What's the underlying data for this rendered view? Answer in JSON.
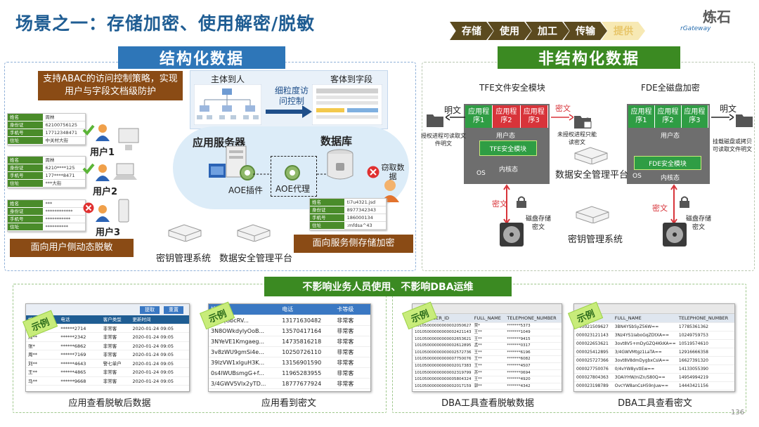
{
  "title": "场景之一：存储加密、使用解密/脱敏",
  "flow_steps": [
    "存储",
    "使用",
    "加工",
    "传输",
    "提供"
  ],
  "logo": {
    "main": "炼石",
    "sub": "rGateway"
  },
  "left": {
    "header": "结构化数据",
    "abac_box": "支持ABAC的访问控制策略，实现用户与字段文档级防护",
    "user_side_box": "面向用户侧动态脱敏",
    "service_side_box": "面向服务侧存储加密",
    "subject_to_person": "主体到人",
    "object_to_field": "客体到字段",
    "fine_grained": "细粒度访问控制",
    "app_server": "应用服务器",
    "database": "数据库",
    "aoe_plugin": "AOE插件",
    "aoe_proxy": "AOE代理",
    "steal_data": "窃取数据",
    "key_mgmt": "密钥管理系统",
    "data_sec_platform": "数据安全管理平台",
    "users": [
      {
        "label": "用户1",
        "fields": [
          [
            "姓名",
            "周林"
          ],
          [
            "身份证",
            "62100756125"
          ],
          [
            "手机号",
            "17712348471"
          ],
          [
            "住址",
            "中关村大街"
          ]
        ]
      },
      {
        "label": "用户2",
        "fields": [
          [
            "姓名",
            "周林"
          ],
          [
            "身份证",
            "6210****125"
          ],
          [
            "手机号",
            "177****8471"
          ],
          [
            "住址",
            "***大街"
          ]
        ]
      },
      {
        "label": "用户3",
        "fields": [
          [
            "姓名",
            "***"
          ],
          [
            "身份证",
            "************"
          ],
          [
            "手机号",
            "***********"
          ],
          [
            "住址",
            "**********"
          ]
        ]
      }
    ],
    "db_card": [
      [
        "姓名",
        "ti7u4321.jsd"
      ],
      [
        "身份证",
        "8977342343"
      ],
      [
        "手机号",
        "186000134"
      ],
      [
        "住址",
        ":mfdsa^43"
      ]
    ]
  },
  "right": {
    "header": "非结构化数据",
    "tfe_title": "TFE文件安全模块",
    "fde_title": "FDE全磁盘加密",
    "plaintext": "明文",
    "ciphertext": "密文",
    "tfe_apps": [
      "应用程序1",
      "应用程序2",
      "应用程序3"
    ],
    "fde_apps": [
      "应用程序1",
      "应用程序2",
      "应用程序3"
    ],
    "user_mode": "用户态",
    "kernel_mode": "内核态",
    "os": "OS",
    "tfe_module": "TFE安全模块",
    "fde_module": "FDE安全模块",
    "authorized_proc": "授权进程可读取文件明文",
    "unauthorized_proc": "未授权进程只能读密文",
    "mount_disk": "挂载磁盘或拷贝可读取文件明文",
    "disk_store_cipher": "磁盘存储密文",
    "data_sec_platform": "数据安全管理平台",
    "key_mgmt": "密钥管理系统"
  },
  "bottom": {
    "banner": "不影响业务人员使用、不影响DBA运维",
    "example_tag": "示例",
    "captions": [
      "应用查看脱敏后数据",
      "应用看到密文",
      "DBA工具查看脱敏数据",
      "DBA工具查看密文"
    ],
    "shot1": {
      "buttons": [
        "提取",
        "重置"
      ],
      "headers": [
        "姓名",
        "电话",
        "客户类型",
        "更新时间"
      ],
      "rows": [
        [
          "张*",
          "******2714",
          "非常客",
          "2020-01-24 09:05"
        ],
        [
          "周**",
          "******2342",
          "非常客",
          "2020-01-24 09:05"
        ],
        [
          "张*",
          "******6862",
          "非常客",
          "2020-01-24 09:05"
        ],
        [
          "周**",
          "******7169",
          "非常客",
          "2020-01-24 09:05"
        ],
        [
          "刘**",
          "******4643",
          "警七单户",
          "2020-01-24 09:05"
        ],
        [
          "王**",
          "******4865",
          "非常客",
          "2020-01-24 09:05"
        ],
        [
          "马**",
          "******9668",
          "非常客",
          "2020-01-24 09:05"
        ]
      ]
    },
    "shot2": {
      "headers": [
        "姓名",
        "电话",
        "卡等级"
      ],
      "rows": [
        [
          "VVpqGbcRV...",
          "13171630482",
          "非常客"
        ],
        [
          "3N8OWkdylyOoB...",
          "13570417164",
          "非常客"
        ],
        [
          "3NYeVE1Kmgaeg...",
          "14735816218",
          "非常客"
        ],
        [
          "3v8zWU9gmSi4e...",
          "10250726110",
          "非常客"
        ],
        [
          "39lzVW1xlguH3K...",
          "13156901590",
          "非常客"
        ],
        [
          "0s4lWUBsmgG+f...",
          "11965283955",
          "非常客"
        ],
        [
          "3/4GWV5Vlx2yTD...",
          "18777677924",
          "非常客"
        ]
      ]
    },
    "shot3": {
      "headers": [
        "PASSENGER_ID",
        "FULL_NAME",
        "TELEPHONE_NUMBER"
      ],
      "rows": [
        [
          "10105000000000002050627",
          "贾*",
          "*******5373"
        ],
        [
          "10105000000000002421143",
          "王**",
          "*******1049"
        ],
        [
          "10105000000000002653621",
          "王**",
          "*******9415"
        ],
        [
          "10105000000000002612895",
          "孟**",
          "*******0317"
        ],
        [
          "10105000000000002572736",
          "王**",
          "*******6196"
        ],
        [
          "10105000000000007750076",
          "王**",
          "*******6082"
        ],
        [
          "10105000000000002017383",
          "王**",
          "*******4507"
        ],
        [
          "10105000000000002319799",
          "苏**",
          "*******0694"
        ],
        [
          "10105000000000005804324",
          "王**",
          "*******4920"
        ],
        [
          "10105000000000002017159",
          "郭**",
          "*******4342"
        ]
      ]
    },
    "shot4": {
      "headers": [
        "FULL_NAME",
        "TELEPHONE_NUMBER"
      ],
      "rows": [
        [
          "000021509627",
          "3BN4YSbSyZ56W==",
          "17785361362"
        ],
        [
          "000023121143",
          "3Nz4YS1IaboGqZDtXA==",
          "10249759753"
        ],
        [
          "000022653621",
          "3ovt8V5+mDyGZQ4KkKA==",
          "10519574610"
        ],
        [
          "000025412895",
          "3/4GWVMtgz1LaTA==",
          "12916666358"
        ],
        [
          "000025727366",
          "3ovt8V8dmDygbxCsIA==",
          "16627391320"
        ],
        [
          "000027750076",
          "0/4vYW8yvtIEw==",
          "14133055390"
        ],
        [
          "000027804363",
          "3OAiYHW/niZn/S80Q==",
          "14954994219"
        ],
        [
          "000023198789",
          "OvcYW8anCsH59nJuw==",
          "14443421156"
        ]
      ]
    }
  },
  "page_number": "136",
  "colors": {
    "blue_header": "#2e76b8",
    "green_header": "#3b8a22",
    "brown": "#8a4b15"
  }
}
